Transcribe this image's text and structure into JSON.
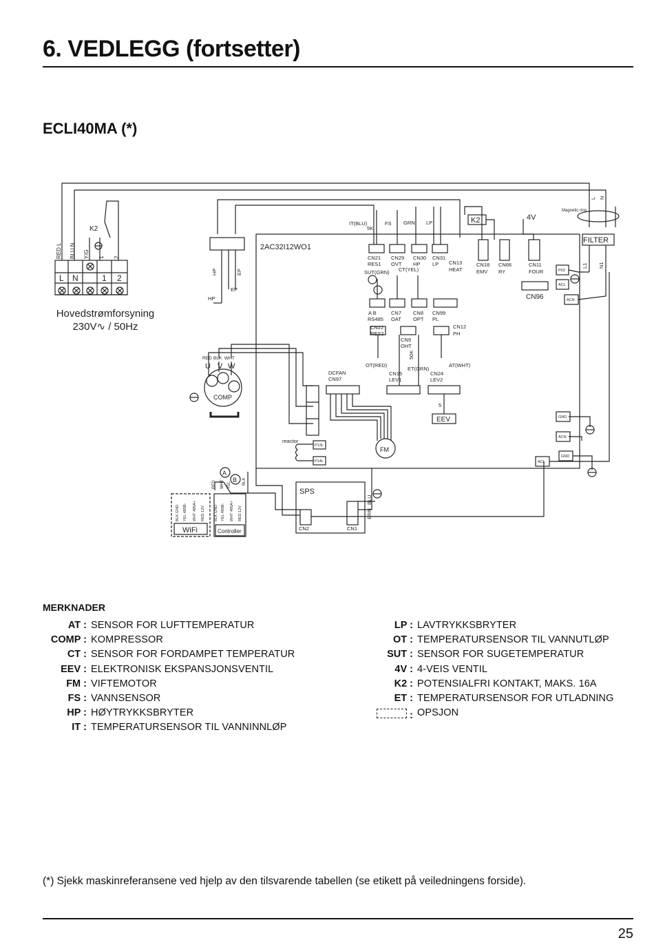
{
  "header": {
    "title": "6. VEDLEGG (fortsetter)"
  },
  "model": {
    "title": "ECLI40MA (*)"
  },
  "diagram": {
    "board_id": "2AC32I12WO1",
    "power_supply": {
      "label": "Hovedstrømforsyning",
      "rating": "230V∿ / 50Hz"
    },
    "terminal_labels": [
      "L",
      "N",
      "⊗",
      "1",
      "2"
    ],
    "wire_colors": [
      "RED L",
      "BLU N",
      "Y/G",
      "1",
      "2"
    ],
    "k2_relay": "K2",
    "top_right": {
      "l": "L",
      "n": "N",
      "l1": "L1",
      "n1": "N1",
      "magnetic_ring": "Magnetic ring",
      "filter": "FILTER"
    },
    "four_way_valve": "4V",
    "k2_board": "K2",
    "sensors": {
      "it": "IT(BLU)",
      "fs": "FS",
      "grn": "GRN",
      "lp": "LP",
      "ct": "CT(YEL)",
      "sut": "SUT(GRN)",
      "ot": "OT(RED)",
      "et": "ET(GRN)",
      "at": "AT(WHT)",
      "five_k": "5K",
      "fifty_k": "50K"
    },
    "connectors": {
      "cn21": "CN21",
      "res1": "RES1",
      "cn29": "CN29",
      "ovt": "OVT",
      "cn30": "CN30",
      "hp": "HP",
      "cn31": "CN31",
      "lp": "LP",
      "cn13": "CN13",
      "heat": "HEAT",
      "cn18": "CN18",
      "emv": "EMV",
      "cn66": "CN66",
      "ry": "RY",
      "cn11": "CN11",
      "four": "FOUR",
      "cn96": "CN96",
      "ab": "A   B",
      "rs485": "RS485",
      "cn22": "CN22",
      "res2": "RES2",
      "cn7": "CN7",
      "oat": "OAT",
      "cn8": "CN8",
      "opt": "OPT",
      "cn99": "CN99",
      "pl": "PL",
      "cn12": "CN12",
      "ph": "PH",
      "cn9": "CN9",
      "oht": "OHT",
      "cn15": "CN15",
      "lev1": "LEV1",
      "cn24": "CN24",
      "lev2": "LEV2",
      "dcfan": "DCFAN",
      "cn97": "CN97",
      "p03": "P03",
      "acl": "ACL",
      "acn": "ACN",
      "gnd": "GND",
      "acn_low": "ACN",
      "acl_low": "ACL"
    },
    "uvw": {
      "u": "U",
      "v": "V",
      "w": "W"
    },
    "comp": {
      "label": "COMP",
      "wires": [
        "RED",
        "BLK",
        "WHT"
      ]
    },
    "hp_switch": {
      "hp": "HP",
      "hp_side": "HP",
      "ep": "EP",
      "ep_mid": "EP"
    },
    "eev": {
      "label": "EEV",
      "pins": "5"
    },
    "fm": "FM",
    "reactor": "reactor",
    "p13l": "P13L",
    "p14l": "P14L",
    "sps": {
      "label": "SPS",
      "cn2": "CN2",
      "cn1": "CN1",
      "brn": "BRN",
      "blu": "BLU"
    },
    "wifi": {
      "label": "WiFi",
      "pins": [
        "BLK GND",
        "YEL 485B-",
        "WHT 485A+",
        "RED 12V"
      ]
    },
    "controller": {
      "label": "Controller",
      "pins": [
        "BLK GND",
        "YEL 485B-",
        "WHT 485A+",
        "RED 12V"
      ]
    },
    "bus_wires": [
      "RED",
      "WHT",
      "YEL",
      "BLK"
    ],
    "ab_labels": {
      "a": "A",
      "b": "B"
    }
  },
  "notes": {
    "title": "MERKNADER",
    "left": [
      {
        "abbr": "AT :",
        "desc": "SENSOR FOR LUFTTEMPERATUR"
      },
      {
        "abbr": "COMP :",
        "desc": "KOMPRESSOR"
      },
      {
        "abbr": "CT :",
        "desc": "SENSOR FOR FORDAMPET TEMPERATUR"
      },
      {
        "abbr": "EEV :",
        "desc": "ELEKTRONISK EKSPANSJONSVENTIL"
      },
      {
        "abbr": "FM :",
        "desc": "VIFTEMOTOR"
      },
      {
        "abbr": "FS :",
        "desc": "VANNSENSOR"
      },
      {
        "abbr": "HP :",
        "desc": "HØYTRYKKSBRYTER"
      },
      {
        "abbr": "IT :",
        "desc": "TEMPERATURSENSOR TIL VANNINNLØP"
      }
    ],
    "right": [
      {
        "abbr": "LP :",
        "desc": "LAVTRYKKSBRYTER"
      },
      {
        "abbr": "OT :",
        "desc": "TEMPERATURSENSOR TIL VANNUTLØP"
      },
      {
        "abbr": "SUT :",
        "desc": "SENSOR FOR SUGETEMPERATUR"
      },
      {
        "abbr": "4V :",
        "desc": "4-VEIS VENTIL"
      },
      {
        "abbr": "K2 :",
        "desc": "POTENSIALFRI KONTAKT, MAKS. 16A"
      },
      {
        "abbr": "ET :",
        "desc": "TEMPERATURSENSOR FOR UTLADNING"
      },
      {
        "abbr": ":",
        "desc": "OPSJON"
      }
    ]
  },
  "footnote": "(*) Sjekk maskinreferansene ved hjelp av den tilsvarende tabellen (se etikett på veiledningens forside).",
  "page_number": "25"
}
